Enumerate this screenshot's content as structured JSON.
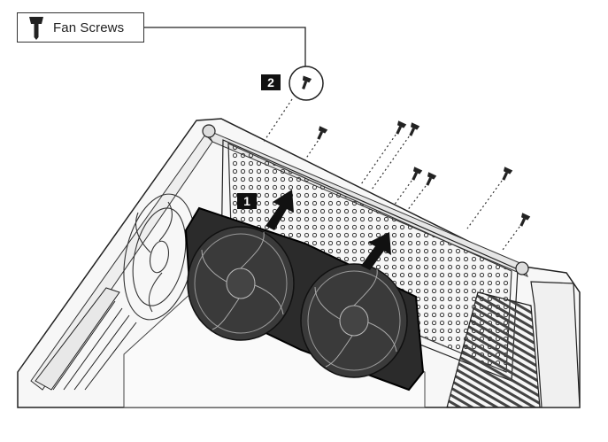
{
  "legend": {
    "label": "Fan Screws",
    "icon": "fan-screw-icon"
  },
  "steps": [
    {
      "number": "2"
    },
    {
      "number": "1"
    }
  ],
  "colors": {
    "line": "#222222",
    "fan_fill": "#2a2a2a",
    "chassis_fill": "#f4f4f4",
    "arrow": "#111111"
  }
}
